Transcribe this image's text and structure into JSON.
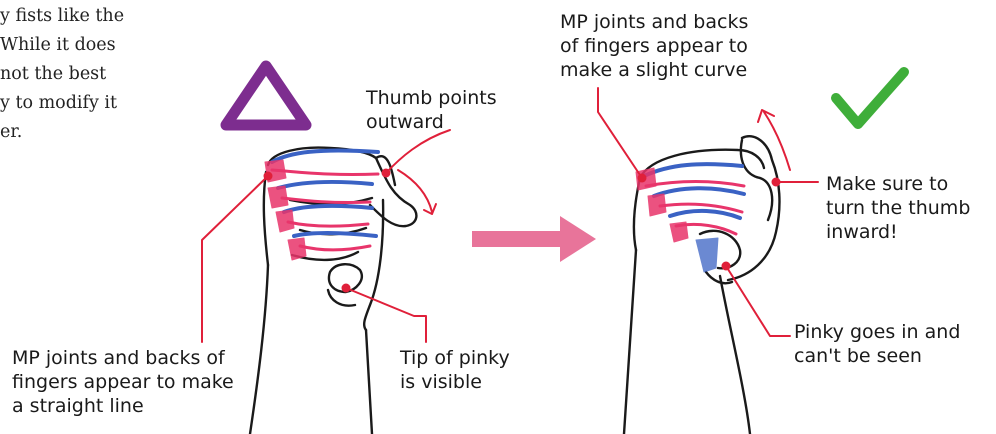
{
  "intro_text": {
    "lines": [
      "y fists like the",
      "While it does",
      "not the best",
      "y to modify it",
      "er."
    ]
  },
  "left_fist": {
    "rating_symbol": "triangle",
    "rating_color": "#7d2d8f",
    "labels": {
      "thumb": [
        "Thumb points",
        "outward"
      ],
      "mp_joints": [
        "MP joints and backs of",
        "fingers appear to make",
        "a straight line"
      ],
      "pinky": [
        "Tip of pinky",
        "is visible"
      ]
    }
  },
  "right_fist": {
    "rating_symbol": "checkmark",
    "rating_color": "#3fae3a",
    "labels": {
      "mp_joints": [
        "MP joints and backs",
        "of fingers appear to",
        "make a slight curve"
      ],
      "thumb": [
        "Make sure to",
        "turn the thumb",
        "inward!"
      ],
      "pinky": [
        "Pinky goes in and",
        "can't be seen"
      ]
    }
  },
  "colors": {
    "callout_line": "#e0203a",
    "pink_line": "#e8356b",
    "blue_line": "#3a62c4",
    "arrow": "#e8749a",
    "outline": "#1a1a1a"
  },
  "icons": {
    "transition_arrow": "right-arrow-icon",
    "left_rating": "triangle-icon",
    "right_rating": "checkmark-icon"
  }
}
